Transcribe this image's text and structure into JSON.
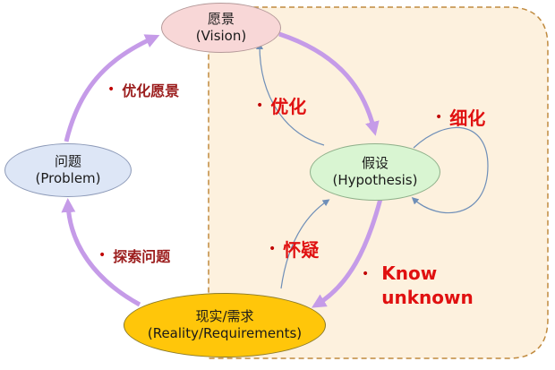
{
  "nodes": {
    "vision": {
      "line1": "愿景",
      "line2": "(Vision)"
    },
    "problem": {
      "line1": "问题",
      "line2": "(Problem)"
    },
    "hypothesis": {
      "line1": "假设",
      "line2": "(Hypothesis)"
    },
    "reality": {
      "line1": "现实/需求",
      "line2": "(Reality/Requirements)"
    }
  },
  "labels": {
    "optimize_vision": "优化愿景",
    "explore_problem": "探索问题",
    "optimize": "优化",
    "refine": "细化",
    "doubt": "怀疑",
    "know_unknown_1": "Know",
    "know_unknown_2": "unknown"
  },
  "bullet": "•",
  "colors": {
    "arrow_purple": "#c59be8",
    "arrow_blue": "#6f8fb8",
    "region_fill": "#fdf1de",
    "region_border": "#c08a3e"
  }
}
